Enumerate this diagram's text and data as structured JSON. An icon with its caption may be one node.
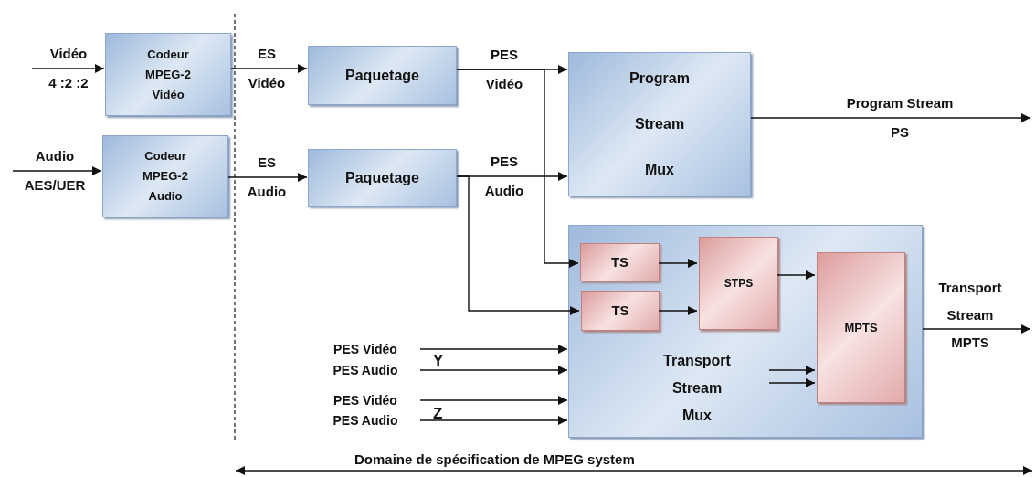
{
  "diagram": {
    "nodes": [
      {
        "text": [
          "Codeur MPEG-2 Vidéo"
        ]
      },
      {
        "text": [
          "Codeur MPEG-2 Audio"
        ]
      },
      {
        "text": [
          "Paquetage"
        ]
      },
      {
        "text": [
          "Paquetage"
        ]
      },
      {
        "text": [
          "Program Stream Mux"
        ]
      },
      {
        "text": [
          "Transport Stream Mux"
        ]
      },
      {
        "text": [
          "TS"
        ],
        "in": 5
      },
      {
        "text": [
          "TS"
        ],
        "in": 5
      },
      {
        "text": [
          "STPS"
        ],
        "in": 5
      },
      {
        "text": [
          "MPTS"
        ],
        "in": 5
      },
      {
        "text": [
          "PES Vidéo"
        ]
      },
      {
        "text": [
          "PES Audio"
        ]
      },
      {
        "text": [
          "PES Vidéo"
        ]
      },
      {
        "text": [
          "PES Audio"
        ]
      }
    ],
    "edges": [
      {
        "from": null,
        "to": 0,
        "arrow": "to",
        "label": "Vidéo 4 :2 :2"
      },
      {
        "from": null,
        "to": 1,
        "arrow": "to",
        "label": "Audio AES/UER"
      },
      {
        "from": 0,
        "to": 2,
        "arrow": "to",
        "label": "ES Vidéo"
      },
      {
        "from": 1,
        "to": 3,
        "arrow": "to",
        "label": "ES Audio"
      },
      {
        "from": 2,
        "to": 4,
        "arrow": "to",
        "label": "PES Vidéo"
      },
      {
        "from": 2,
        "to": 6,
        "arrow": "to"
      },
      {
        "from": 3,
        "to": 4,
        "arrow": "to",
        "label": "PES Audio"
      },
      {
        "from": 3,
        "to": 7,
        "arrow": "to"
      },
      {
        "from": 4,
        "to": null,
        "arrow": "to",
        "label": "Program Stream PS"
      },
      {
        "from": 6,
        "to": 8,
        "arrow": "to"
      },
      {
        "from": 7,
        "to": 8,
        "arrow": "to"
      },
      {
        "from": 8,
        "to": 9,
        "arrow": "to"
      },
      {
        "from": null,
        "to": 9,
        "arrow": "to"
      },
      {
        "from": null,
        "to": 9,
        "arrow": "to"
      },
      {
        "from": 10,
        "to": 5,
        "arrow": "to"
      },
      {
        "from": 11,
        "to": 5,
        "arrow": "to"
      },
      {
        "from": 12,
        "to": 5,
        "arrow": "to"
      },
      {
        "from": 13,
        "to": 5,
        "arrow": "to"
      },
      {
        "from": 5,
        "to": null,
        "arrow": "to",
        "label": "Transport Stream MPTS"
      }
    ],
    "labels": [
      "Y",
      "Z",
      "Domaine de spécification de MPEG system"
    ]
  }
}
